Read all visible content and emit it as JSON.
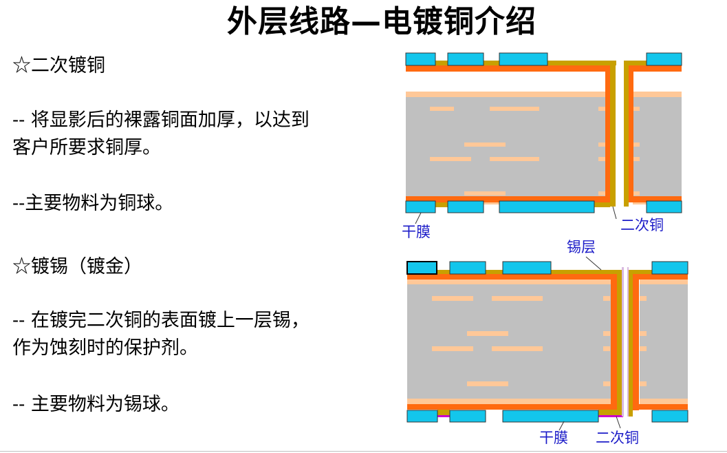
{
  "title": "外层线路—电镀铜介绍",
  "left_text": [
    "☆二次镀铜",
    "-- 将显影后的裸露铜面加厚，以达到",
    "客户所要求铜厚。",
    "--主要物料为铜球。",
    "☆镀锡（镀金）",
    "-- 在镀完二次铜的表面镀上一层锡，",
    "作为蚀刻时的保护剂。",
    "-- 主要物料为锡球。"
  ],
  "diagram_top": {
    "label_dry_film": "干膜",
    "label_second_copper": "二次铜"
  },
  "diagram_bottom": {
    "label_tin_layer": "锡层",
    "label_dry_film": "干膜",
    "label_second_copper": "二次铜"
  },
  "colors": {
    "dry_film": "#13c6ec",
    "copper": "#ff6a10",
    "second_copper": "#c8a000",
    "core": "#c0c0c0",
    "inner_layer": "#ffc898",
    "label": "#1c1cc8",
    "tin": "#cc00cc"
  }
}
